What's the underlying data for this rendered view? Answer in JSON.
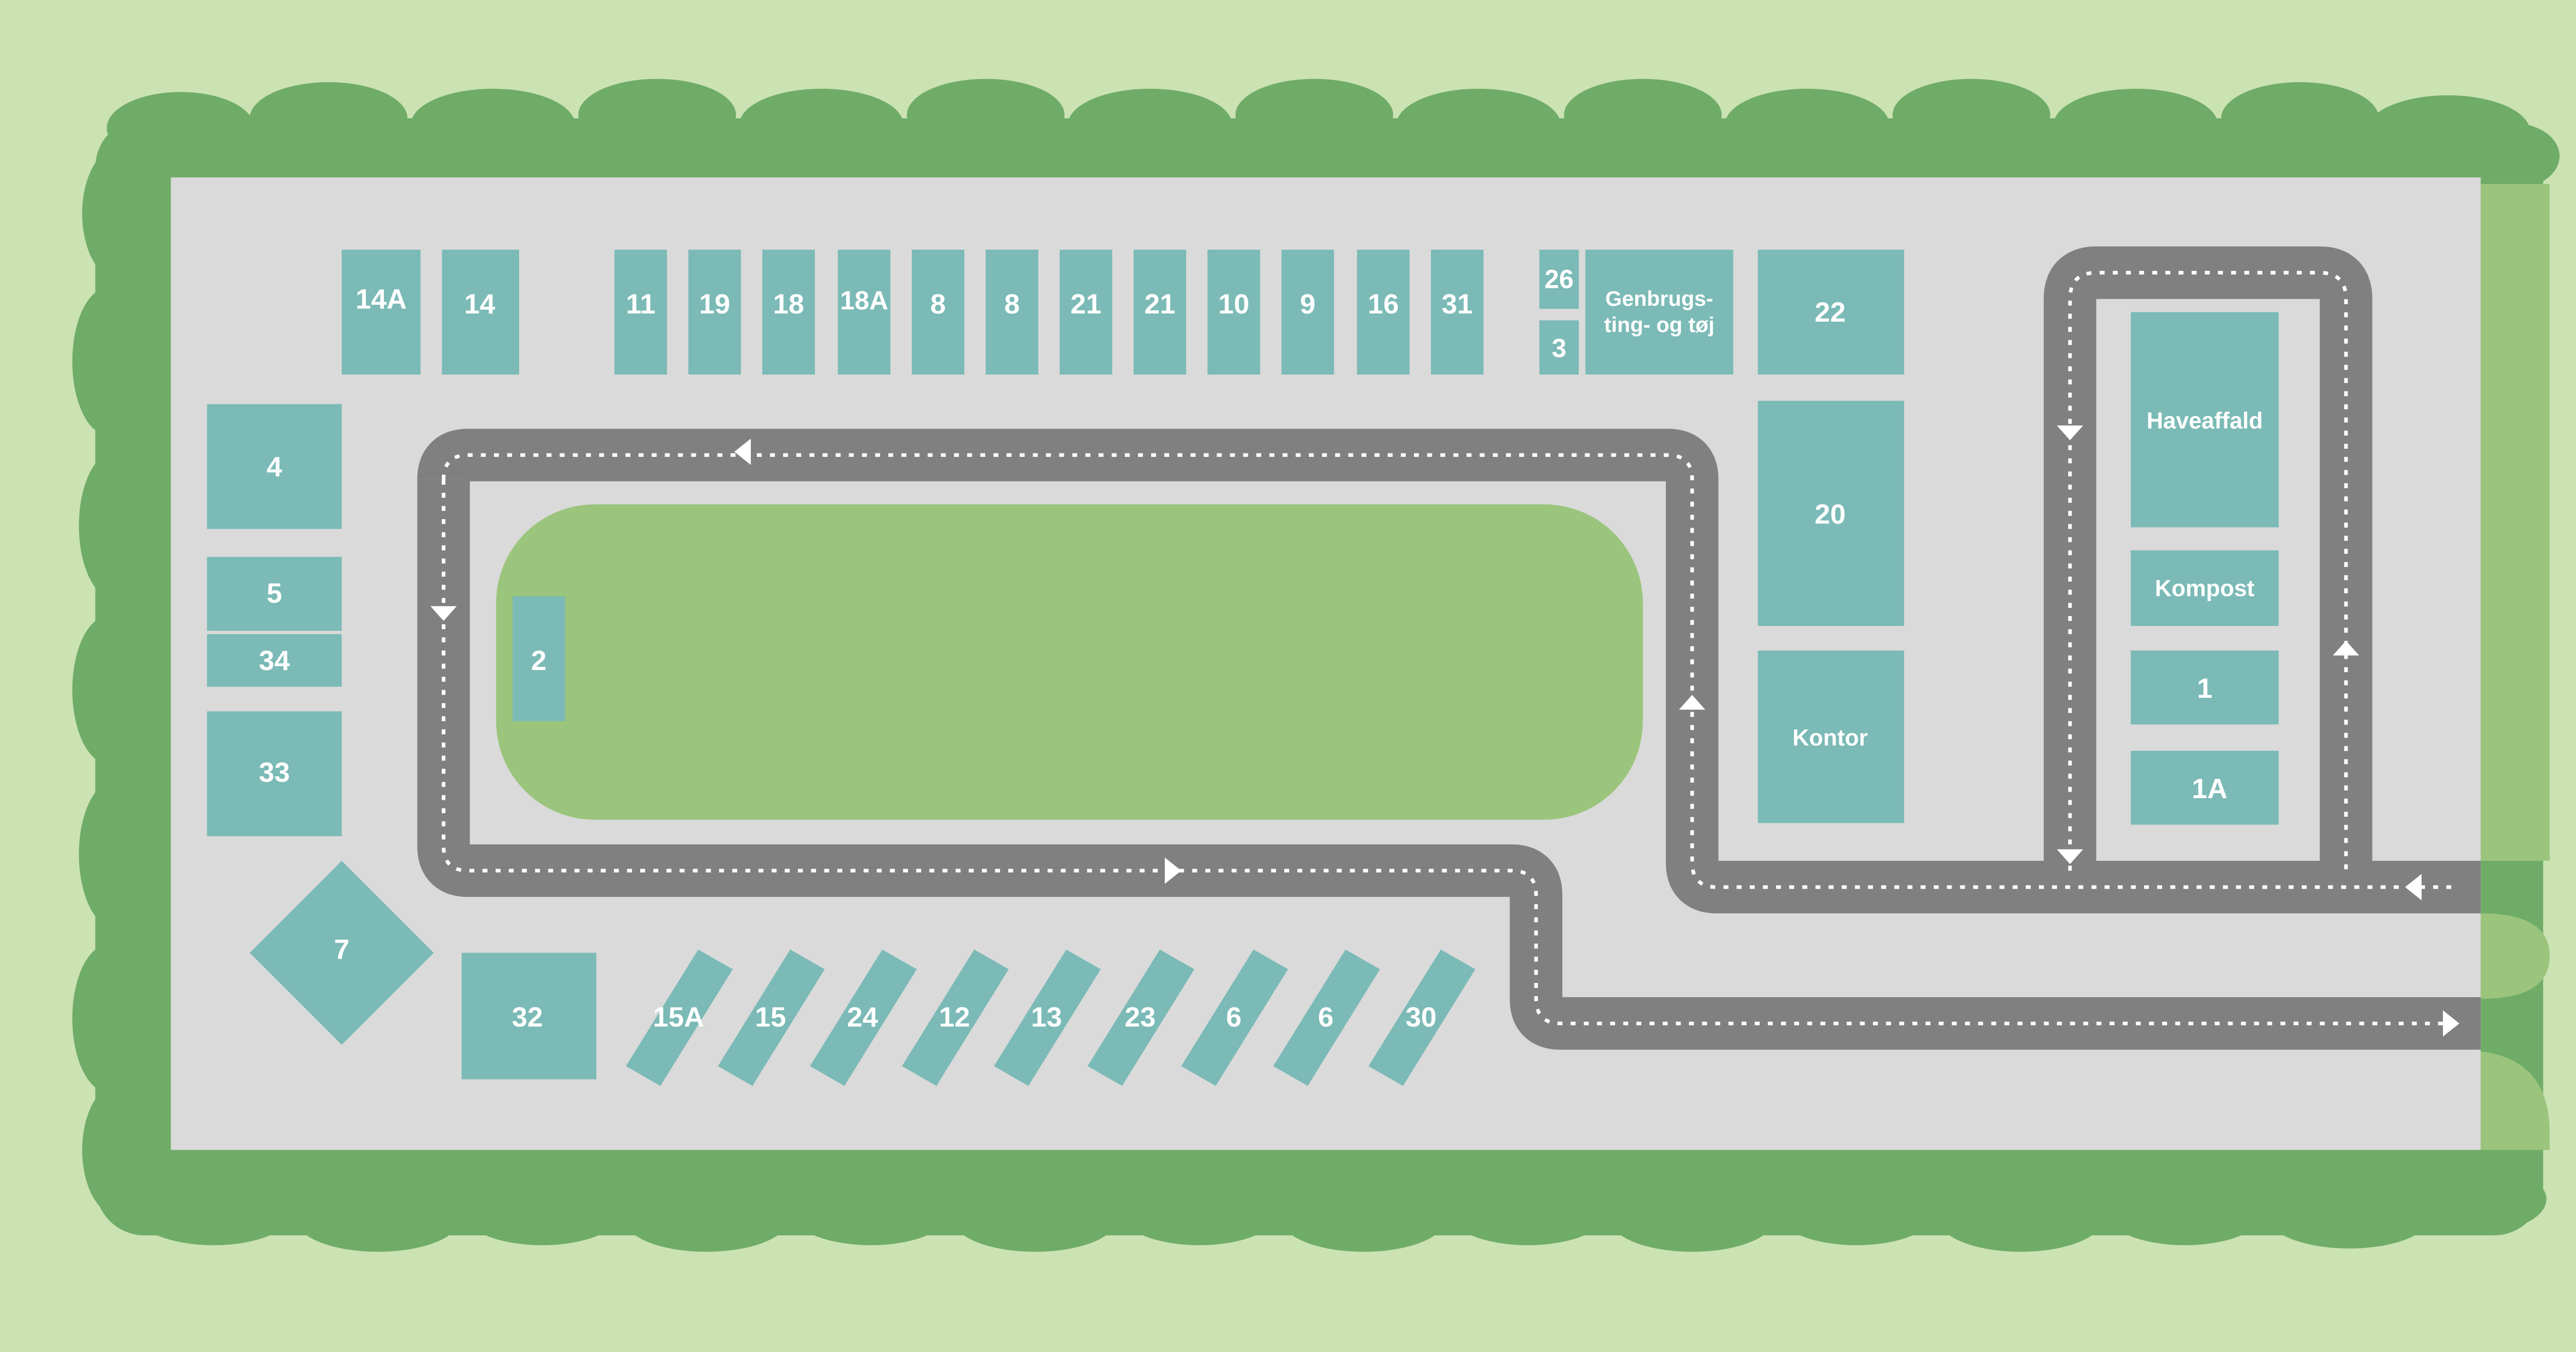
{
  "colors": {
    "background": "#cbe2b3",
    "hedge": "#6fac68",
    "ground": "#dadada",
    "lawn": "#9bc57d",
    "road": "#808080",
    "container": "#7bbab6",
    "label": "#ffffff"
  },
  "containers": {
    "c14a": "14A",
    "c14": "14",
    "c11": "11",
    "c19": "19",
    "c18": "18",
    "c18a": "18A",
    "c8a": "8",
    "c8b": "8",
    "c21a": "21",
    "c21b": "21",
    "c10": "10",
    "c9": "9",
    "c16": "16",
    "c31": "31",
    "c26": "26",
    "c3": "3",
    "genbrug_line1": "Genbrugs-",
    "genbrug_line2": "ting- og tøj",
    "c22": "22",
    "c20": "20",
    "kontor": "Kontor",
    "haveaffald": "Haveaffald",
    "kompost": "Kompost",
    "c1": "1",
    "c1a": "1A",
    "c4": "4",
    "c5": "5",
    "c34": "34",
    "c33": "33",
    "c2": "2",
    "c7": "7",
    "c32": "32",
    "c15a": "15A",
    "c15": "15",
    "c24": "24",
    "c12": "12",
    "c13": "13",
    "c23": "23",
    "c6a": "6",
    "c6b": "6",
    "c30": "30"
  }
}
